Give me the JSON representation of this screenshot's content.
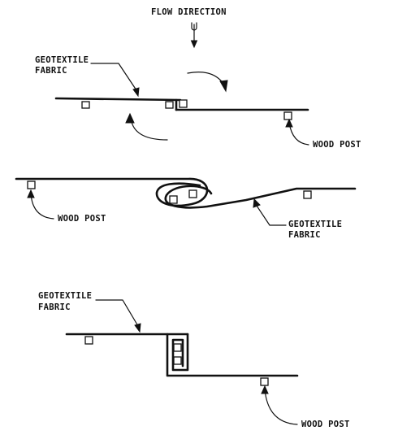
{
  "flow_label": "FLOW DIRECTION",
  "detail1": {
    "fabric_label_line1": "GEOTEXTILE",
    "fabric_label_line2": "FABRIC",
    "post_label": "WOOD POST"
  },
  "detail2": {
    "post_label": "WOOD POST",
    "fabric_label_line1": "GEOTEXTILE",
    "fabric_label_line2": "FABRIC"
  },
  "detail3": {
    "fabric_label_line1": "GEOTEXTILE",
    "fabric_label_line2": "FABRIC",
    "post_label": "WOOD POST"
  }
}
